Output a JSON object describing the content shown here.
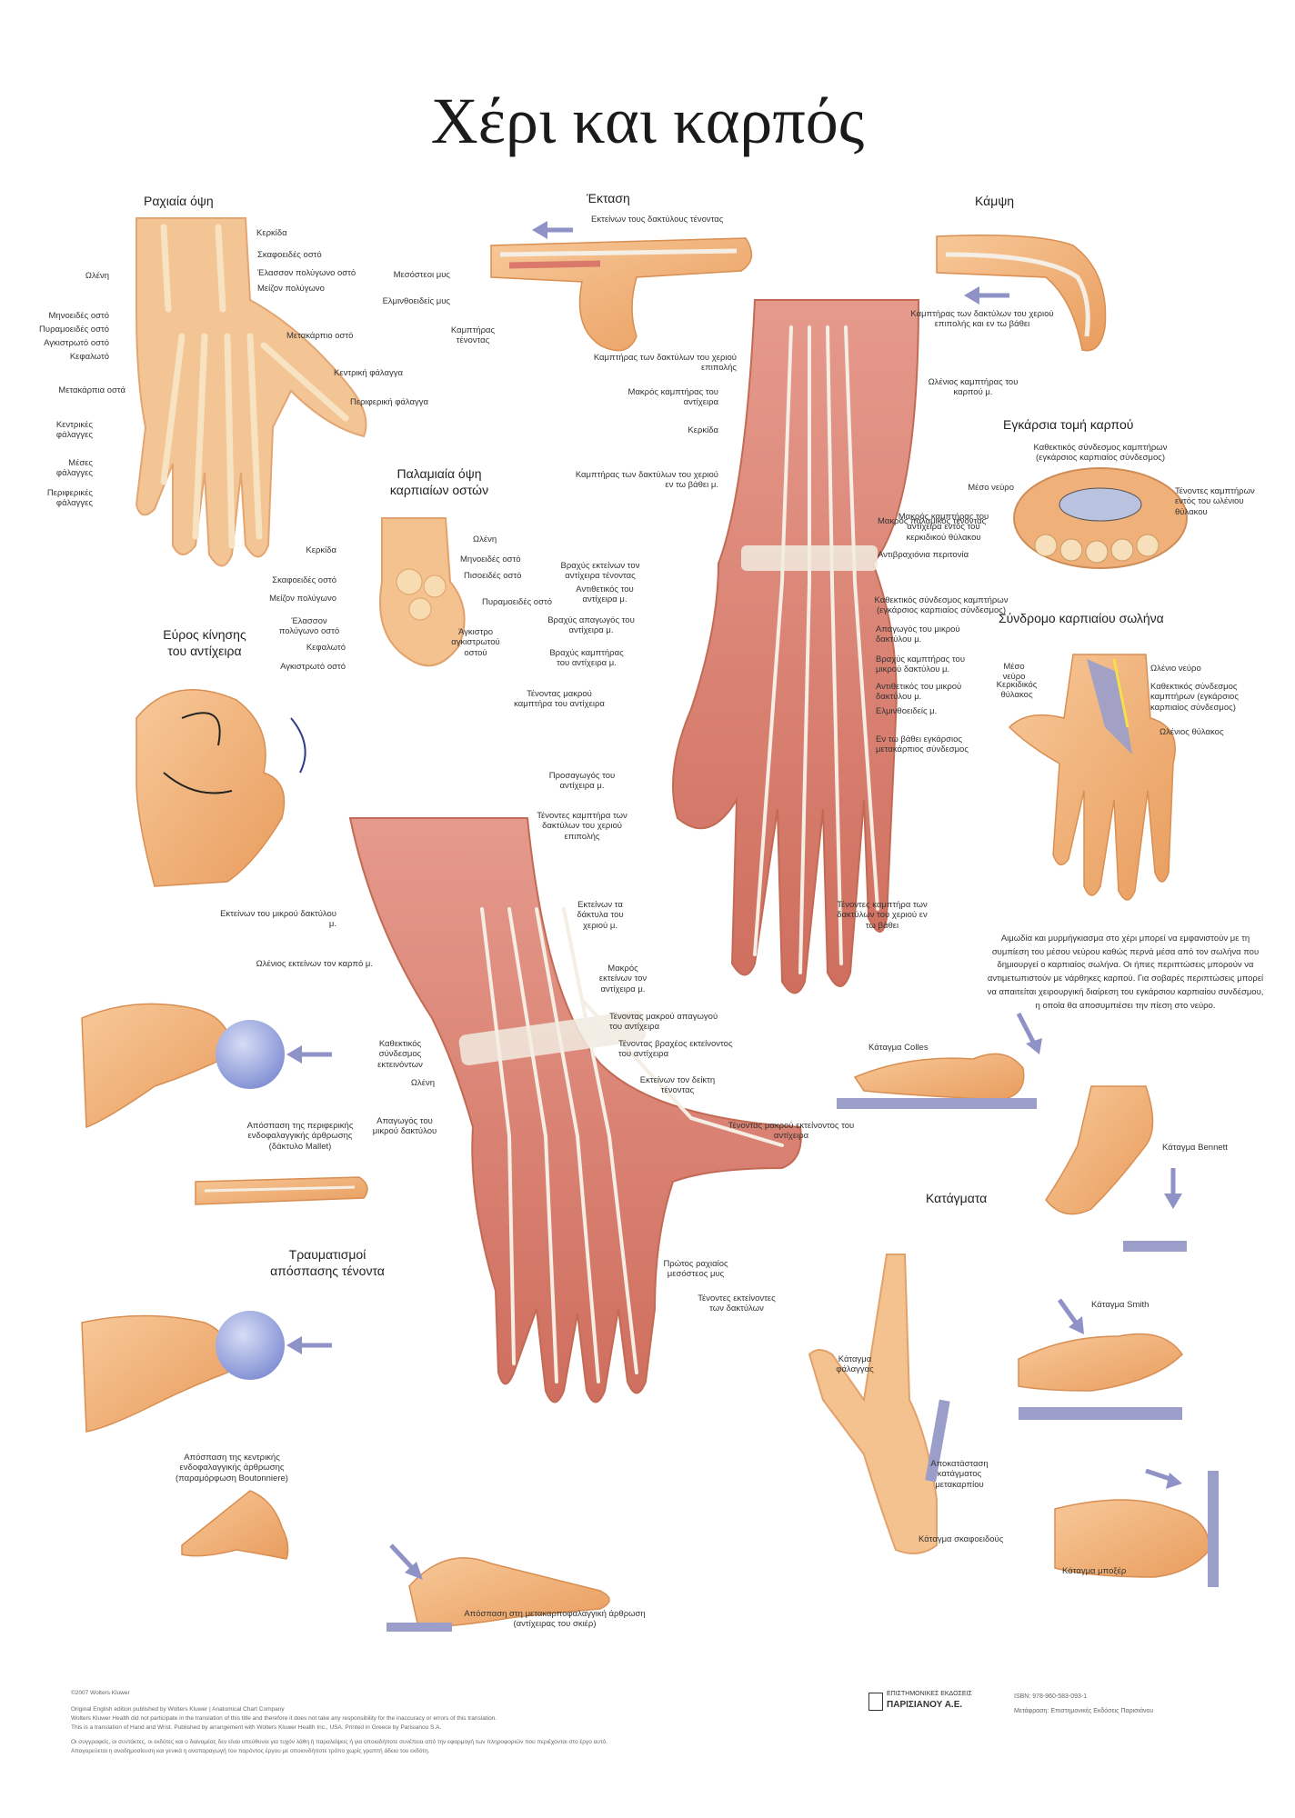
{
  "title": "Χέρι και καρπός",
  "sections": {
    "dorsal": "Ραχιαία όψη",
    "extension": "Έκταση",
    "flexion": "Κάμψη",
    "palmar_carpal_1": "Παλαμιαία όψη",
    "palmar_carpal_2": "καρπιαίων οστών",
    "cross_section": "Εγκάρσια τομή καρπού",
    "carpal_tunnel": "Σύνδρομο καρπιαίου σωλήνα",
    "thumb_range_1": "Εύρος κίνησης",
    "thumb_range_2": "του αντίχειρα",
    "tendon_injuries_1": "Τραυματισμοί",
    "tendon_injuries_2": "απόσπασης τένοντα",
    "fractures": "Κατάγματα"
  },
  "labels": {
    "d_kerkida": "Κερκίδα",
    "d_skafoeides": "Σκαφοειδές οστό",
    "d_elasson": "Έλασσον πολύγωνο οστό",
    "d_meizon": "Μείζον πολύγωνο",
    "d_oleni": "Ωλένη",
    "d_mitoeides": "Μηνοειδές οστό",
    "d_pyramoeides": "Πυραμοειδές οστό",
    "d_agkistro": "Αγκιστρωτό οστό",
    "d_kefaloto": "Κεφαλωτό",
    "d_metakarpio": "Μετακάρπιο οστό",
    "d_metakarpia": "Μετακάρπια οστά",
    "d_kentriki": "Κεντρική φάλαγγα",
    "d_perifer": "Περιφερική φάλαγγα",
    "d_kentrikes": "Κεντρικές φάλαγγες",
    "d_meses": "Μέσες φάλαγγες",
    "d_periferikes": "Περιφερικές φάλαγγες",
    "e_ektinon": "Εκτείνων τους δακτύλους τένοντας",
    "e_mesostheioi": "Μεσόστεοι μυς",
    "e_elminthoeideis": "Ελμινθοειδείς μυς",
    "e_kampteras": "Καμπτήρας τένοντας",
    "f_kampteras": "Καμπτήρας των δακτύλων του χεριού επιπολής και εν τω βάθει",
    "m_kampt_epipolis": "Καμπτήρας των δακτύλων του χεριού επιπολής",
    "m_makros_kampt": "Μακρός καμπτήρας του αντίχειρα",
    "m_kerkida": "Κερκίδα",
    "m_kampt_bathei": "Καμπτήρας των δακτύλων του χεριού εν τω βάθει μ.",
    "m_olenios_kampt": "Ωλένιος καμπτήρας του καρπού μ.",
    "m_meso_neyro": "Μέσο νεύρο",
    "m_makros_palm": "Μακρός παλαμικός τένοντας",
    "m_antibrax": "Αντιβραχιόνια περιτονία",
    "m_brachys_ekt": "Βραχύς εκτείνων τον αντίχειρα τένοντας",
    "m_antitheikos": "Αντιθετικός του αντίχειρα μ.",
    "m_brachys_apag": "Βραχύς απαγωγός του αντίχειρα μ.",
    "m_brachys_kampt": "Βραχύς καμπτήρας του αντίχειρα μ.",
    "m_tenontes_makrou": "Τένοντας μακρού καμπτήρα του αντίχειρα",
    "m_kathetikos": "Καθεκτικός σύνδεσμος καμπτήρων (εγκάρσιος καρπιαίος σύνδεσμος)",
    "m_apagogos_mikrou": "Απαγωγός του μικρού δακτύλου μ.",
    "m_brachys_kampt_mikr": "Βραχύς καμπτήρας του μικρού δακτύλου μ.",
    "m_antitheikos_mikr": "Αντιθετικός του μικρού δακτύλου μ.",
    "m_elminthoeideis": "Ελμινθοειδείς μ.",
    "m_en_to_bathei": "Εν τω βάθει εγκάρσιος μετακάρπιος σύνδεσμος",
    "m_prosagogos": "Προσαγωγός του αντίχειρα μ.",
    "m_tenontes_kampt_ep": "Τένοντες καμπτήρα των δακτύλων του χεριού επιπολής",
    "m_tenontes_kampt_bath": "Τένοντες καμπτήρα των δακτύλων του χεριού εν τω βάθει",
    "p_kerkida": "Κερκίδα",
    "p_skafoeides": "Σκαφοειδές οστό",
    "p_meizon": "Μείζον πολύγωνο",
    "p_elasson": "Έλασσον πολύγωνο οστό",
    "p_kefaloto": "Κεφαλωτό",
    "p_agkistro": "Αγκιστρωτό οστό",
    "p_oleni": "Ωλένη",
    "p_mitoeides": "Μηνοειδές οστό",
    "p_pisoeides": "Πισοειδές οστό",
    "p_pyramoeides": "Πυραμοειδές οστό",
    "p_agkistro_apof": "Άγκιστρο αγκιστρωτού οστού",
    "x_kathetikos": "Καθεκτικός σύνδεσμος καμπτήρων (εγκάρσιος καρπιαίος σύνδεσμος)",
    "x_meso_neyro": "Μέσο νεύρο",
    "x_makros_kampt": "Μακρός καμπτήρας του αντίχειρα εντός του κερκιδικού θύλακου",
    "x_tenontes": "Τένοντες καμπτήρων εντός του ωλένιου θύλακου",
    "c_meso_neyro": "Μέσο νεύρο",
    "c_oleneio_neyro": "Ωλένιο νεύρο",
    "c_kerkidikos": "Κερκιδικός θύλακος",
    "c_kathetikos": "Καθεκτικός σύνδεσμος καμπτήρων (εγκάρσιος καρπιαίος σύνδεσμος)",
    "c_olenios_thylakos": "Ωλένιος θύλακος",
    "b_ektinon_mikrou": "Εκτείνων του μικρού δακτύλου μ.",
    "b_olenios_ektinon": "Ωλένιος εκτείνων τον καρπό μ.",
    "b_ektinon_daktyla": "Εκτείνων τα δάκτυλα του χεριού μ.",
    "b_makros_ektinon": "Μακρός εκτείνων τον αντίχειρα μ.",
    "b_tenontes_makrou_apag": "Τένοντας μακρού απαγωγού του αντίχειρα",
    "b_tenontes_brachy_ekt": "Τένοντας βραχέος εκτείνοντος του αντίχειρα",
    "b_ektinon_deikti": "Εκτείνων τον δείκτη τένοντας",
    "b_kathetikos": "Καθεκτικός σύνδεσμος εκτεινόντων",
    "b_oleni": "Ωλένη",
    "b_apagogos_mikr": "Απαγωγός του μικρού δακτύλου",
    "b_tenontes_makrou_ekt": "Τένοντας μακρού εκτείνοντος του αντίχειρα",
    "b_protos_raxiaios": "Πρώτος ραχιαίος μεσόστεος μυς",
    "b_tenontes_ekt": "Τένοντες εκτείνοντες των δακτύλων",
    "i_mallet": "Απόσπαση της περιφερικής ενδοφαλαγγικής άρθρωσης (δάκτυλο Mallet)",
    "i_boutonniere": "Απόσπαση της κεντρικής ενδοφαλαγγικής άρθρωσης (παραμόρφωση Boutonniere)",
    "i_metakarpo": "Απόσπαση στη μετακαρποφαλαγγική άρθρωση (αντίχειρας του σκιέρ)",
    "fr_colles": "Κάταγμα Colles",
    "fr_bennett": "Κάταγμα Bennett",
    "fr_smith": "Κάταγμα Smith",
    "fr_falaggas": "Κάταγμα φάλαγγας",
    "fr_apokatastasi": "Αποκατάσταση κατάγματος μετακαρπίου",
    "fr_skafoeidous": "Κάταγμα σκαφοειδούς",
    "fr_boxer": "Κάταγμα μποξέρ"
  },
  "paragraph": "Αιμωδία και μυρμήγκιασμα στο χέρι μπορεί να εμφανιστούν με τη συμπίεση του μέσου νεύρου καθώς περνά μέσα από τον σωλήνα που δημιουργεί ο καρπιαίος σωλήνα. Οι ήπιες περιπτώσεις μπορούν να αντιμετωπιστούν με νάρθηκες καρπού. Για σοβαρές περιπτώσεις μπορεί να απαιτείται χειρουργική διαίρεση του εγκάρσιου καρπιαίου συνδέσμου, η οποία θα αποσυμπιέσει την πίεση στο νεύρο.",
  "footer": {
    "copyright": "©2007 Wolters Kluwer",
    "line1": "Original English edition published by Wolters Kluwer | Anatomical Chart Company",
    "line2": "Wolters Kluwer Health did not participate in the translation of this title and therefore it does not take any responsibility for the inaccuracy or errors of this translation.",
    "line3": "This is a translation of Hand and Wrist. Published by arrangement with Wolters Kluwer Health Inc., USA. Printed in Greece by Parisianou S.A.",
    "line4": "Οι συγγραφείς, οι συντάκτες, οι εκδότες και ο διανομέας δεν είναι υπεύθυνοι για τυχόν λάθη ή παραλείψεις ή για οποιαδήποτε συνέπεια από την εφαρμογή των πληροφοριών που περιέχονται στο έργο αυτό.",
    "line5": "Απαγορεύεται η αναδημοσίευση και γενικά η αναπαραγωγή του παρόντος έργου με οποιονδήποτε τρόπο χωρίς γραπτή άδεια του εκδότη.",
    "publisher_1": "ΕΠΙΣΤΗΜΟΝΙΚΕΣ ΕΚΔΟΣΕΙΣ",
    "publisher_2": "ΠΑΡΙΣΙΑΝΟΥ Α.Ε.",
    "isbn": "ISBN: 978-960-583-093-1",
    "translation": "Μετάφραση: Επιστημονικές Εκδόσεις Παρισιάνου"
  },
  "colors": {
    "skin": "#f2b37a",
    "muscle": "#d9786b",
    "bone": "#f6d7a8",
    "tendon": "#f3efe6",
    "arrow": "#8f92c6",
    "ball": "#9aa6dd",
    "plate": "#9a9ec9"
  }
}
